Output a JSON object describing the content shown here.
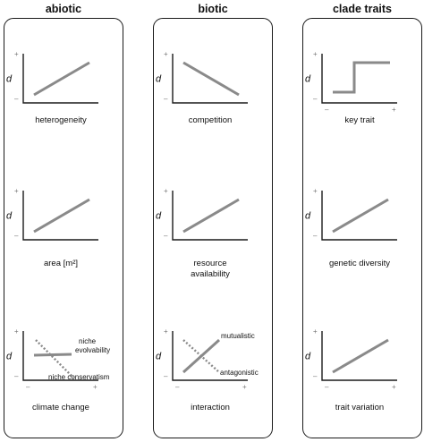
{
  "columns": [
    {
      "title": "abiotic",
      "plots": [
        {
          "label_lines": [
            "heterogeneity"
          ],
          "y_label": "d",
          "y_ticks": [
            "+",
            "–"
          ],
          "x_ticks": [],
          "trend": "positive"
        },
        {
          "label_lines": [
            "area [m²]"
          ],
          "y_label": "d",
          "y_ticks": [
            "+",
            "–"
          ],
          "x_ticks": [],
          "trend": "positive"
        },
        {
          "label_lines": [
            "climate change"
          ],
          "y_label": "d",
          "y_ticks": [
            "+",
            "–"
          ],
          "x_ticks": [
            "–",
            "+"
          ],
          "trend": "niche",
          "annotations": {
            "upper": [
              "niche",
              "evolvability"
            ],
            "lower": [
              "niche conservatism"
            ]
          }
        }
      ]
    },
    {
      "title": "biotic",
      "plots": [
        {
          "label_lines": [
            "competition"
          ],
          "y_label": "d",
          "y_ticks": [
            "+",
            "–"
          ],
          "x_ticks": [],
          "trend": "negative"
        },
        {
          "label_lines": [
            "resource",
            "availability"
          ],
          "y_label": "d",
          "y_ticks": [
            "+",
            "–"
          ],
          "x_ticks": [],
          "trend": "positive"
        },
        {
          "label_lines": [
            "interaction"
          ],
          "y_label": "d",
          "y_ticks": [
            "+",
            "–"
          ],
          "x_ticks": [
            "–",
            "+"
          ],
          "trend": "interaction",
          "annotations": {
            "upper": [
              "mutualistic"
            ],
            "lower": [
              "antagonistic"
            ]
          }
        }
      ]
    },
    {
      "title": "clade traits",
      "plots": [
        {
          "label_lines": [
            "key trait"
          ],
          "y_label": "d",
          "y_ticks": [
            "+",
            "–"
          ],
          "x_ticks": [
            "–",
            "+"
          ],
          "trend": "step"
        },
        {
          "label_lines": [
            "genetic diversity"
          ],
          "y_label": "d",
          "y_ticks": [
            "+",
            "–"
          ],
          "x_ticks": [],
          "trend": "positive"
        },
        {
          "label_lines": [
            "trait variation"
          ],
          "y_label": "d",
          "y_ticks": [
            "+",
            "–"
          ],
          "x_ticks": [
            "–",
            "+"
          ],
          "trend": "positive"
        }
      ]
    }
  ]
}
